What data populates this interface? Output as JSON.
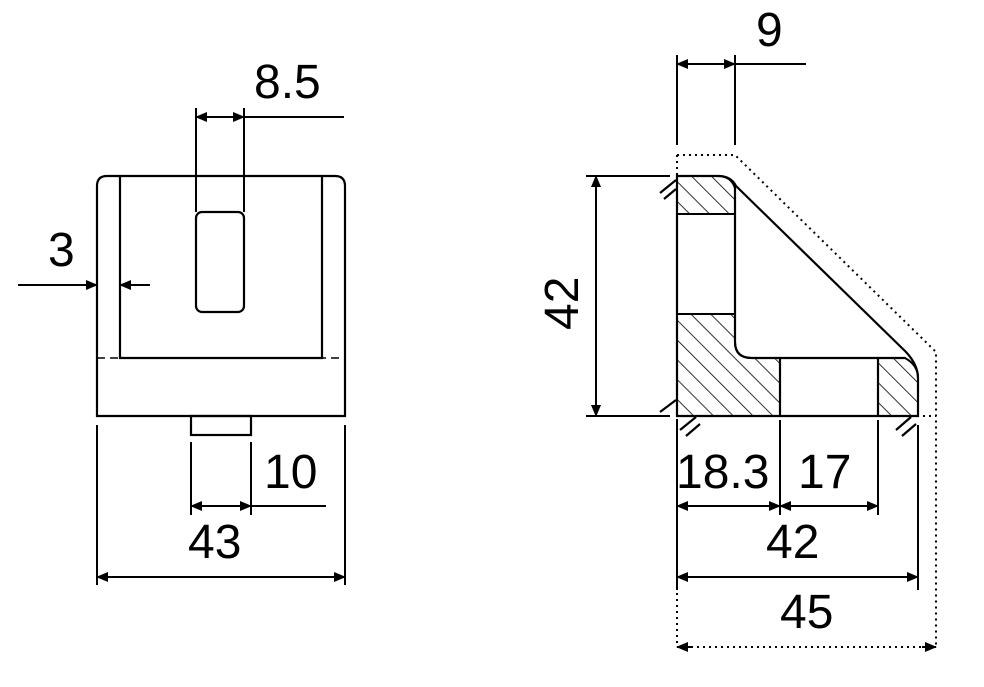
{
  "dimensions": {
    "front_slot_width": "8.5",
    "front_wall_thickness": "3",
    "front_tab_width": "10",
    "front_overall_width": "43",
    "side_thickness": "9",
    "side_height": "42",
    "side_segment_a": "18.3",
    "side_segment_b": "17",
    "side_base_width": "42",
    "side_overall_width": "45"
  },
  "colors": {
    "line": "#000000",
    "background": "#ffffff"
  }
}
